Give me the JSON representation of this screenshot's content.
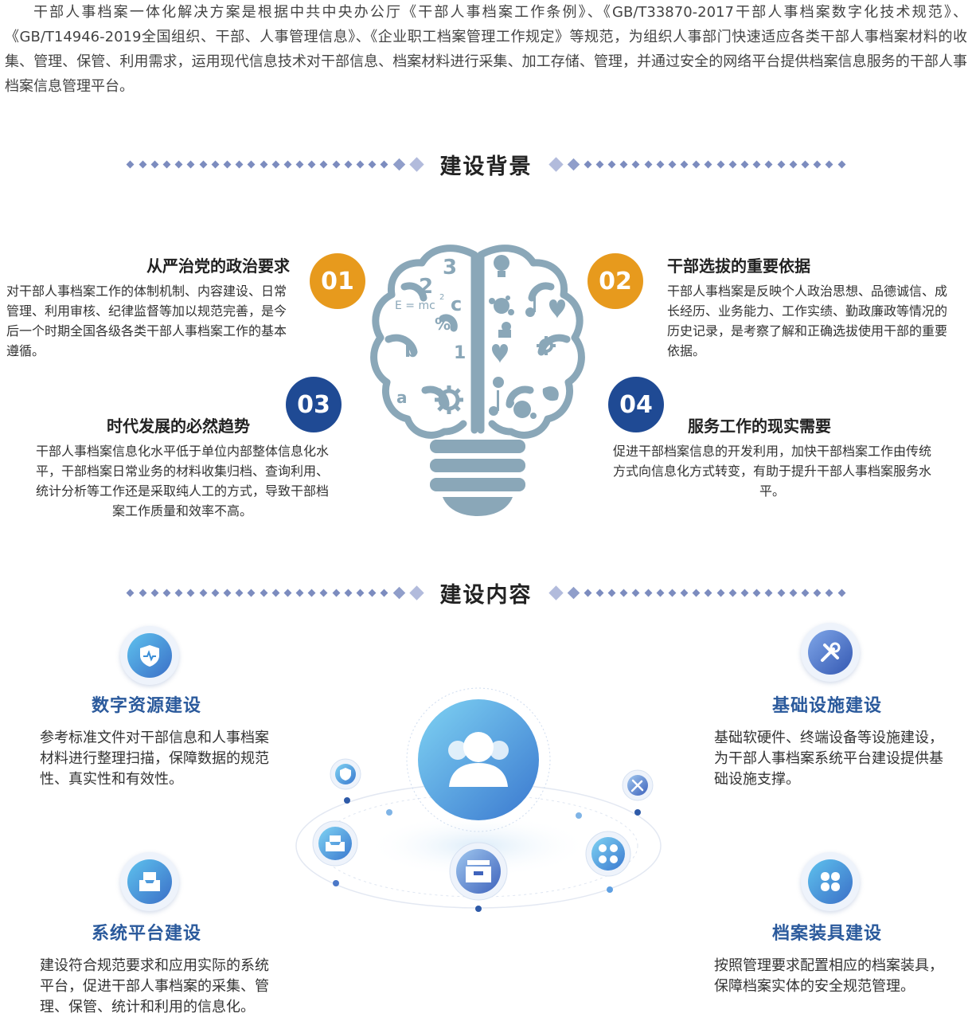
{
  "intro": "干部人事档案一体化解决方案是根据中共中央办公厅《干部人事档案工作条例》、《GB/T33870-2017干部人事档案数字化技术规范》、《GB/T14946-2019全国组织、干部、人事管理信息》、《企业职工档案管理工作规定》等规范，为组织人事部门快速适应各类干部人事档案材料的收集、管理、保管、利用需求，运用现代信息技术对干部信息、档案材料进行采集、加工存储、管理，并通过安全的网络平台提供档案信息服务的干部人事档案信息管理平台。",
  "background": {
    "title": "建设背景",
    "items": [
      {
        "num": "01",
        "title": "从严治党的政治要求",
        "text": "对干部人事档案工作的体制机制、内容建设、日常管理、利用审核、纪律监督等加以规范完善，是今后一个时期全国各级各类干部人事档案工作的基本遵循。"
      },
      {
        "num": "02",
        "title": "干部选拔的重要依据",
        "text": "干部人事档案是反映个人政治思想、品德诚信、成长经历、业务能力、工作实绩、勤政廉政等情况的历史记录，是考察了解和正确选拔使用干部的重要依据。"
      },
      {
        "num": "03",
        "title": "时代发展的必然趋势",
        "text": "干部人事档案信息化水平低于单位内部整体信息化水平，干部档案日常业务的材料收集归档、查询利用、统计分析等工作还是采取纯人工的方式，导致干部档案工作质量和效率不高。"
      },
      {
        "num": "04",
        "title": "服务工作的现实需要",
        "text": "促进干部档案信息的开发利用，加快干部档案工作由传统方式向信息化方式转变，有助于提升干部人事档案服务水平。"
      }
    ]
  },
  "brain": {
    "formula": "E = mc",
    "sup": "2",
    "chars": [
      "3",
      "2",
      "c",
      "%",
      "b",
      "1",
      "a"
    ]
  },
  "content": {
    "title": "建设内容",
    "items": [
      {
        "title": "数字资源建设",
        "text": "参考标准文件对干部信息和人事档案材料进行整理扫描，保障数据的规范性、真实性和有效性。",
        "icon": "shield-icon"
      },
      {
        "title": "基础设施建设",
        "text": "基础软硬件、终端设备等设施建设，为干部人事档案系统平台建设提供基础设施支撑。",
        "icon": "tools-icon"
      },
      {
        "title": "系统平台建设",
        "text": "建设符合规范要求和应用实际的系统平台，促进干部人事档案的采集、管理、保管、统计和利用的信息化。",
        "icon": "tray-icon"
      },
      {
        "title": "档案装具建设",
        "text": "按照管理要求配置相应的档案装具，保障档案实体的安全规范管理。",
        "icon": "grid-icon"
      }
    ]
  },
  "colors": {
    "orange": "#e79a1d",
    "navy": "#1f4a94",
    "brain": "#8aa7b8",
    "accent": "#2b5a9c"
  }
}
